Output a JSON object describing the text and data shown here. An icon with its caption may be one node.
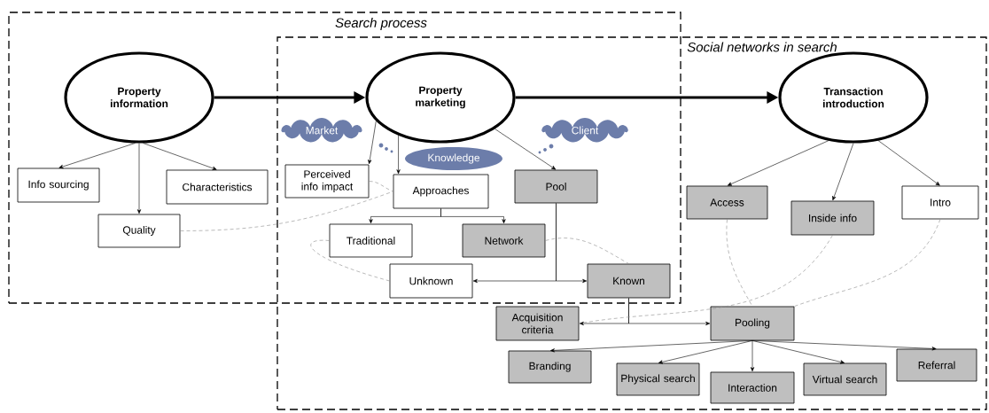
{
  "diagram": {
    "nodes": [
      {
        "text": [
          "Search process"
        ]
      },
      {
        "text": [
          "Social networks in search"
        ]
      },
      {
        "text": [
          "Property information"
        ],
        "in": 0
      },
      {
        "text": [
          "Property marketing"
        ]
      },
      {
        "text": [
          "Transaction introduction"
        ],
        "in": 1
      },
      {
        "text": [
          "Market"
        ]
      },
      {
        "text": [
          "Client"
        ]
      },
      {
        "text": [
          "Knowledge"
        ]
      },
      {
        "text": [
          "Info sourcing"
        ],
        "in": 0
      },
      {
        "text": [
          "Characteristics"
        ],
        "in": 0
      },
      {
        "text": [
          "Quality"
        ],
        "in": 0
      },
      {
        "text": [
          "Perceived info impact"
        ]
      },
      {
        "text": [
          "Approaches"
        ]
      },
      {
        "text": [
          "Pool"
        ]
      },
      {
        "text": [
          "Traditional"
        ]
      },
      {
        "text": [
          "Network"
        ]
      },
      {
        "text": [
          "Unknown"
        ]
      },
      {
        "text": [
          "Known"
        ]
      },
      {
        "text": [
          "Access"
        ],
        "in": 1
      },
      {
        "text": [
          "Inside info"
        ],
        "in": 1
      },
      {
        "text": [
          "Intro"
        ],
        "in": 1
      },
      {
        "text": [
          "Acquisition criteria"
        ],
        "in": 1
      },
      {
        "text": [
          "Pooling"
        ],
        "in": 1
      },
      {
        "text": [
          "Branding"
        ],
        "in": 1
      },
      {
        "text": [
          "Physical search"
        ],
        "in": 1
      },
      {
        "text": [
          "Interaction"
        ],
        "in": 1
      },
      {
        "text": [
          "Virtual search"
        ],
        "in": 1
      },
      {
        "text": [
          "Referral"
        ],
        "in": 1
      }
    ],
    "edges": [
      {
        "from": 2,
        "to": 3,
        "arrow": "to",
        "style": "thick"
      },
      {
        "from": 3,
        "to": 4,
        "arrow": "to",
        "style": "thick"
      },
      {
        "from": 2,
        "to": 8,
        "arrow": "to"
      },
      {
        "from": 2,
        "to": 10,
        "arrow": "to"
      },
      {
        "from": 2,
        "to": 9,
        "arrow": "to"
      },
      {
        "from": 3,
        "to": 11,
        "arrow": "to"
      },
      {
        "from": 3,
        "to": 12,
        "arrow": "to"
      },
      {
        "from": 3,
        "to": 13,
        "arrow": "to"
      },
      {
        "from": 12,
        "to": 14,
        "arrow": "to"
      },
      {
        "from": 12,
        "to": 15,
        "arrow": "to"
      },
      {
        "from": 13,
        "to": 16,
        "arrow": "to"
      },
      {
        "from": 13,
        "to": 17,
        "arrow": "to"
      },
      {
        "from": 4,
        "to": 18,
        "arrow": "to"
      },
      {
        "from": 4,
        "to": 19,
        "arrow": "to"
      },
      {
        "from": 4,
        "to": 20,
        "arrow": "to"
      },
      {
        "from": 17,
        "to": 21,
        "arrow": "to"
      },
      {
        "from": 17,
        "to": 22,
        "arrow": "to"
      },
      {
        "from": 22,
        "to": 23,
        "arrow": "to"
      },
      {
        "from": 22,
        "to": 24,
        "arrow": "to"
      },
      {
        "from": 22,
        "to": 25,
        "arrow": "to"
      },
      {
        "from": 22,
        "to": 26,
        "arrow": "to"
      },
      {
        "from": 22,
        "to": 27,
        "arrow": "to"
      },
      {
        "from": 10,
        "to": 12,
        "arrow": "none",
        "style": "dashed",
        "color": "#8c8c8c"
      },
      {
        "from": 11,
        "to": 12,
        "arrow": "none",
        "style": "dashed",
        "color": "#8c8c8c"
      },
      {
        "from": 14,
        "to": 16,
        "arrow": "none",
        "style": "dashed",
        "color": "#8c8c8c"
      },
      {
        "from": 15,
        "to": 17,
        "arrow": "none",
        "style": "dashed",
        "color": "#8c8c8c"
      },
      {
        "from": 18,
        "to": 22,
        "arrow": "none",
        "style": "dashed",
        "color": "#8c8c8c"
      },
      {
        "from": 19,
        "to": 21,
        "arrow": "none",
        "style": "dashed",
        "color": "#8c8c8c"
      },
      {
        "from": 20,
        "to": 22,
        "arrow": "none",
        "style": "dashed",
        "color": "#8c8c8c"
      }
    ]
  }
}
